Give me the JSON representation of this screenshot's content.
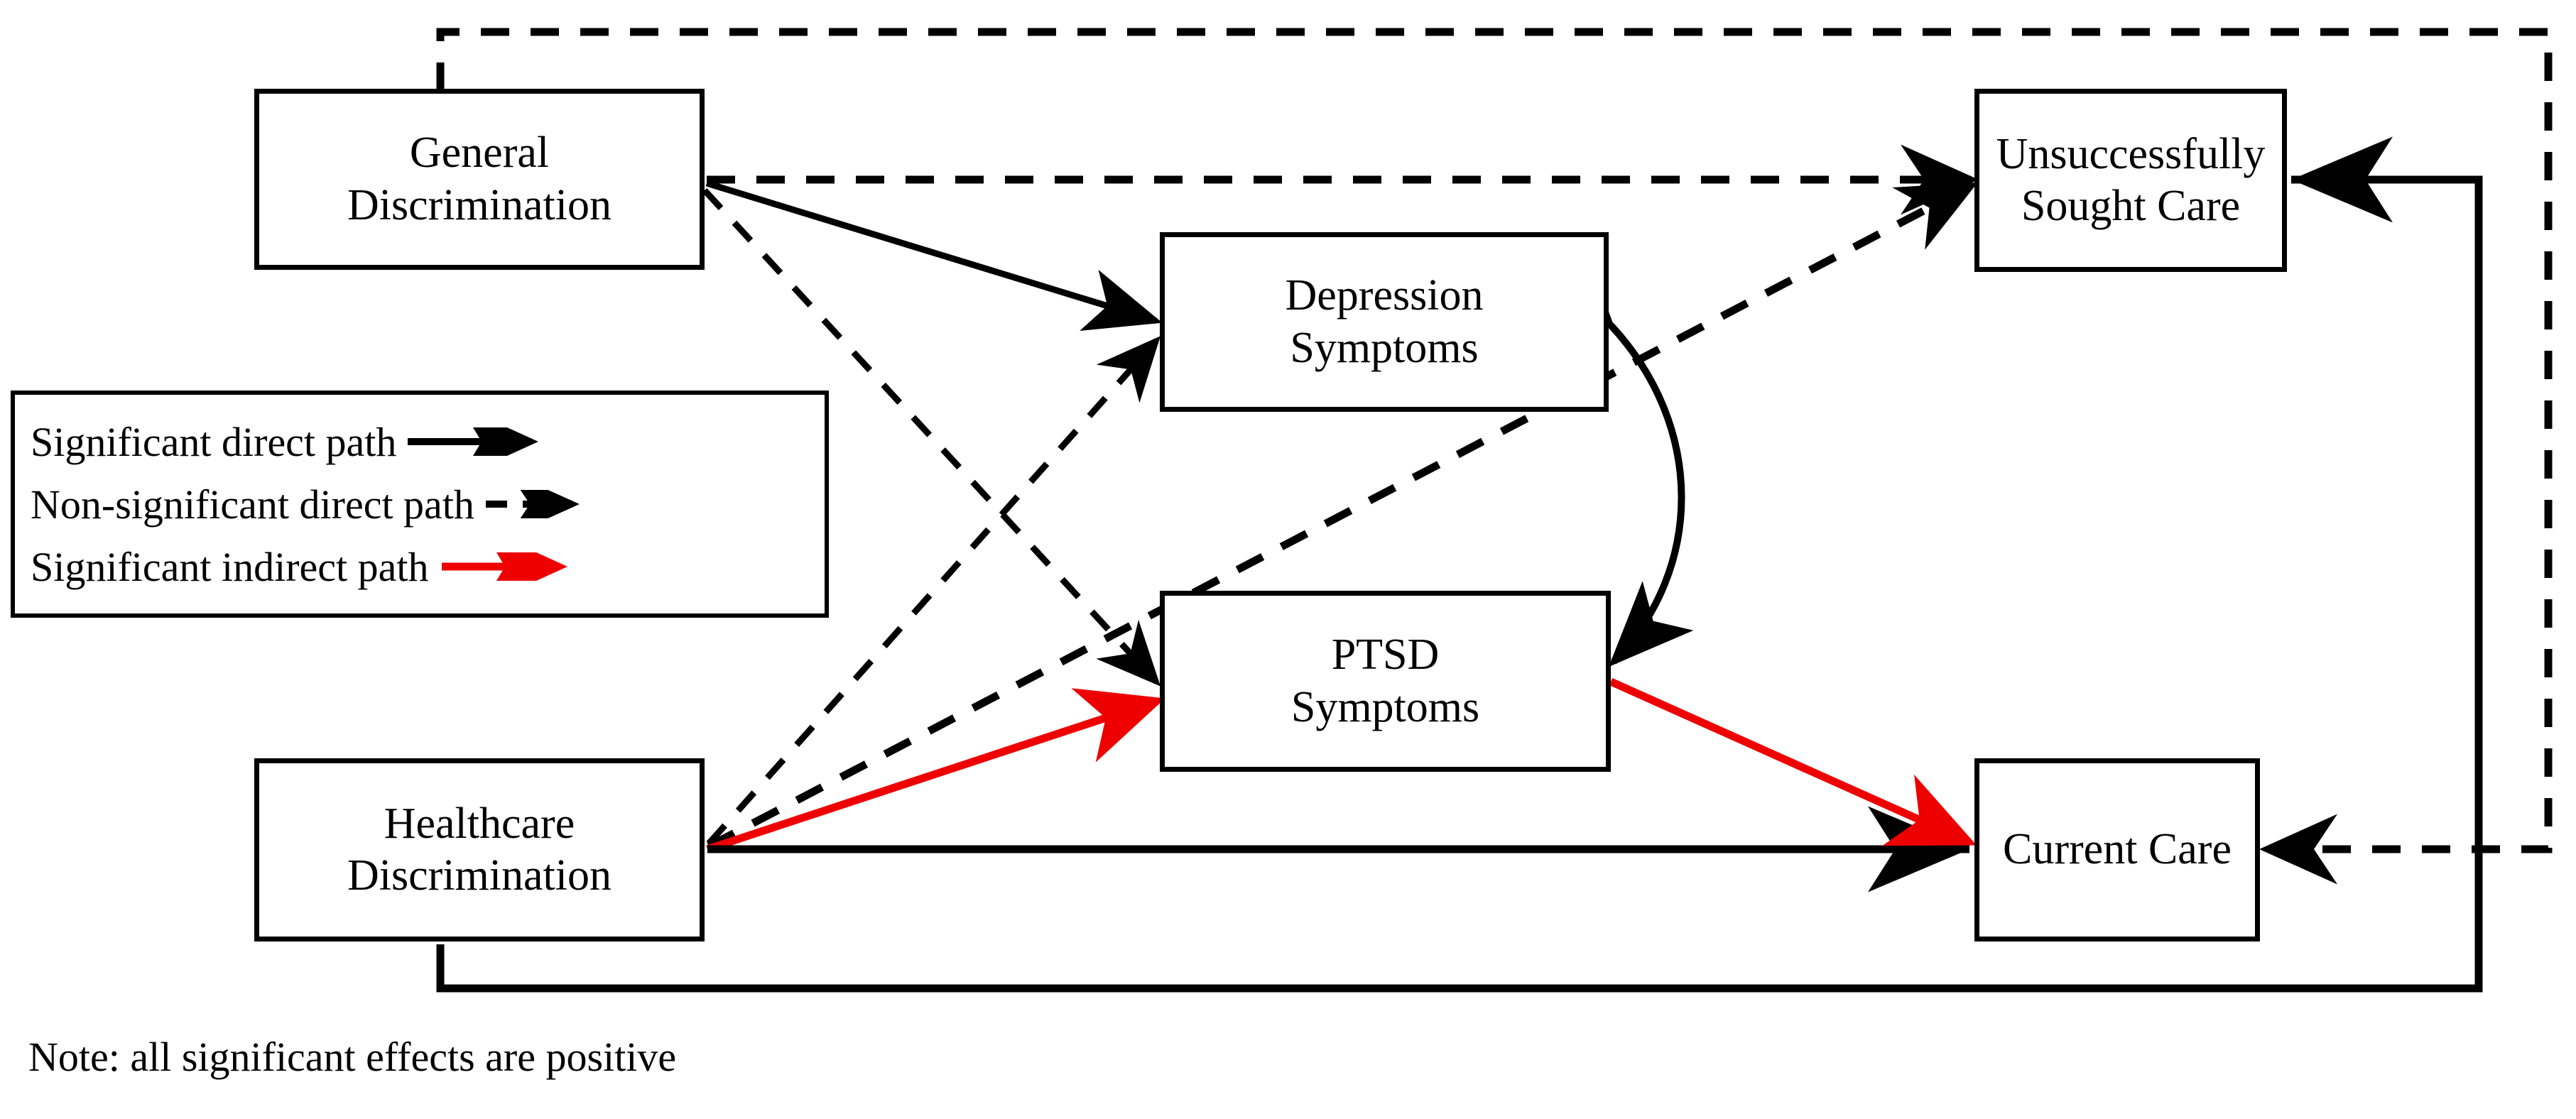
{
  "figure": {
    "note": "Note: all significant effects are positive",
    "colors": {
      "line": "#000000",
      "indirect": "#ee0000",
      "background": "#ffffff"
    }
  },
  "nodes": [
    {
      "id": "general-discrimination",
      "line1": "General",
      "line2": "Discrimination"
    },
    {
      "id": "depression-symptoms",
      "line1": "Depression",
      "line2": "Symptoms"
    },
    {
      "id": "unsuccessfully-sought-care",
      "line1": "Unsuccessfully",
      "line2": "Sought Care"
    },
    {
      "id": "ptsd-symptoms",
      "line1": "PTSD",
      "line2": "Symptoms"
    },
    {
      "id": "healthcare-discrimination",
      "line1": "Healthcare",
      "line2": "Discrimination"
    },
    {
      "id": "current-care",
      "line1": "Current Care",
      "line2": ""
    }
  ],
  "legend": {
    "items": [
      {
        "label": "Significant  direct path",
        "style": "solid-black-arrow"
      },
      {
        "label": "Non-significant direct path",
        "style": "dashed-black-arrow"
      },
      {
        "label": "Significant  indirect path",
        "style": "solid-red-arrow"
      }
    ]
  },
  "edges": [
    {
      "from": "general-discrimination",
      "to": "depression-symptoms",
      "style": "solid",
      "color": "#000000"
    },
    {
      "from": "general-discrimination",
      "to": "ptsd-symptoms",
      "style": "dashed",
      "color": "#000000"
    },
    {
      "from": "general-discrimination",
      "to": "unsuccessfully-sought-care",
      "style": "dashed",
      "color": "#000000"
    },
    {
      "from": "general-discrimination",
      "to": "current-care",
      "style": "dashed",
      "color": "#000000"
    },
    {
      "from": "healthcare-discrimination",
      "to": "depression-symptoms",
      "style": "dashed",
      "color": "#000000"
    },
    {
      "from": "healthcare-discrimination",
      "to": "ptsd-symptoms",
      "style": "solid",
      "color": "#ee0000"
    },
    {
      "from": "healthcare-discrimination",
      "to": "unsuccessfully-sought-care",
      "style": "dashed",
      "color": "#000000"
    },
    {
      "from": "healthcare-discrimination",
      "to": "current-care",
      "style": "solid",
      "color": "#000000"
    },
    {
      "from": "healthcare-discrimination",
      "to": "unsuccessfully-sought-care",
      "style": "solid",
      "color": "#000000"
    },
    {
      "from": "ptsd-symptoms",
      "to": "current-care",
      "style": "solid",
      "color": "#ee0000"
    },
    {
      "from": "depression-symptoms",
      "to": "ptsd-symptoms",
      "style": "solid-double-curve",
      "color": "#000000"
    }
  ]
}
